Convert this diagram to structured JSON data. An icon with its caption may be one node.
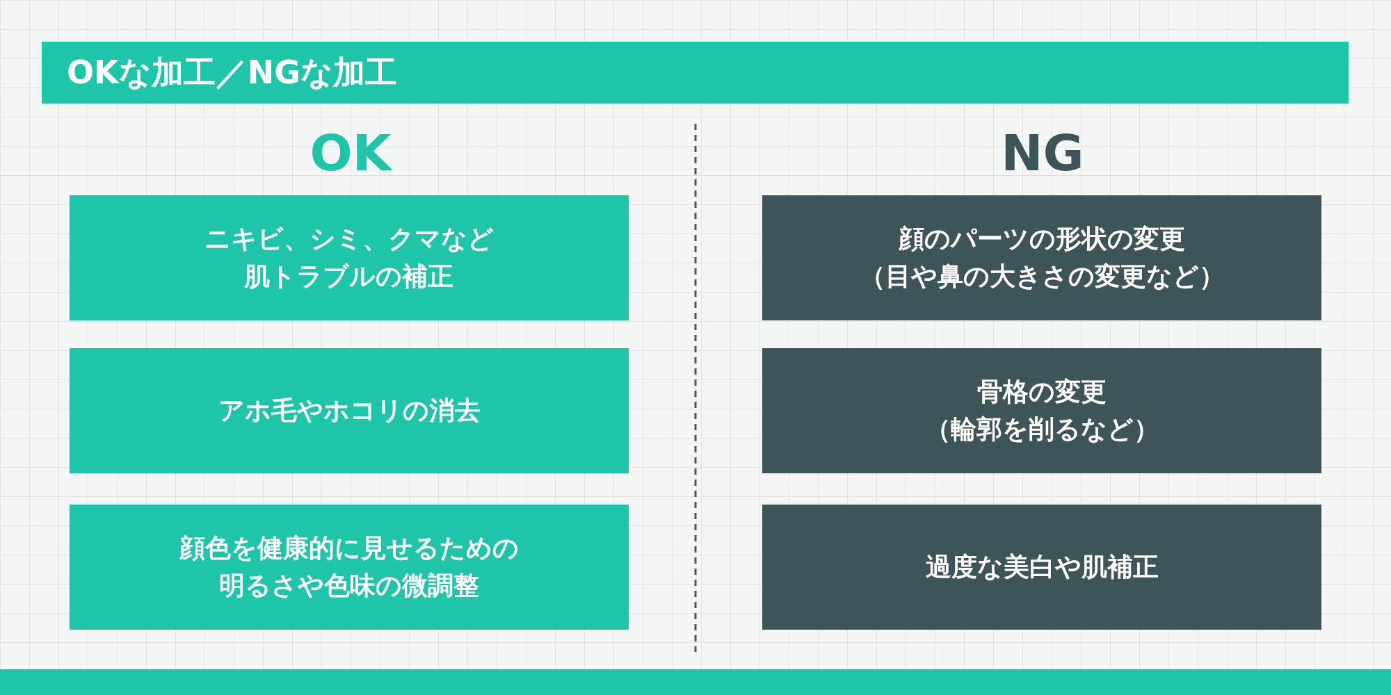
{
  "diagram": {
    "title": "OKな加工／NGな加工",
    "labels": [
      "OK",
      "NG"
    ],
    "nodes": [
      {
        "text": [
          "ニキビ、シミ、クマなど肌トラブルの補正"
        ]
      },
      {
        "text": [
          "アホ毛やホコリの消去"
        ]
      },
      {
        "text": [
          "顔色を健康的に見せるための明るさや色味の微調整"
        ]
      },
      {
        "text": [
          "顔のパーツの形状の変更",
          "（目や鼻の大きさの変更など）"
        ]
      },
      {
        "text": [
          "骨格の変更",
          "（輪郭を削るなど）"
        ]
      },
      {
        "text": [
          "過度な美白や肌補正"
        ]
      }
    ]
  }
}
